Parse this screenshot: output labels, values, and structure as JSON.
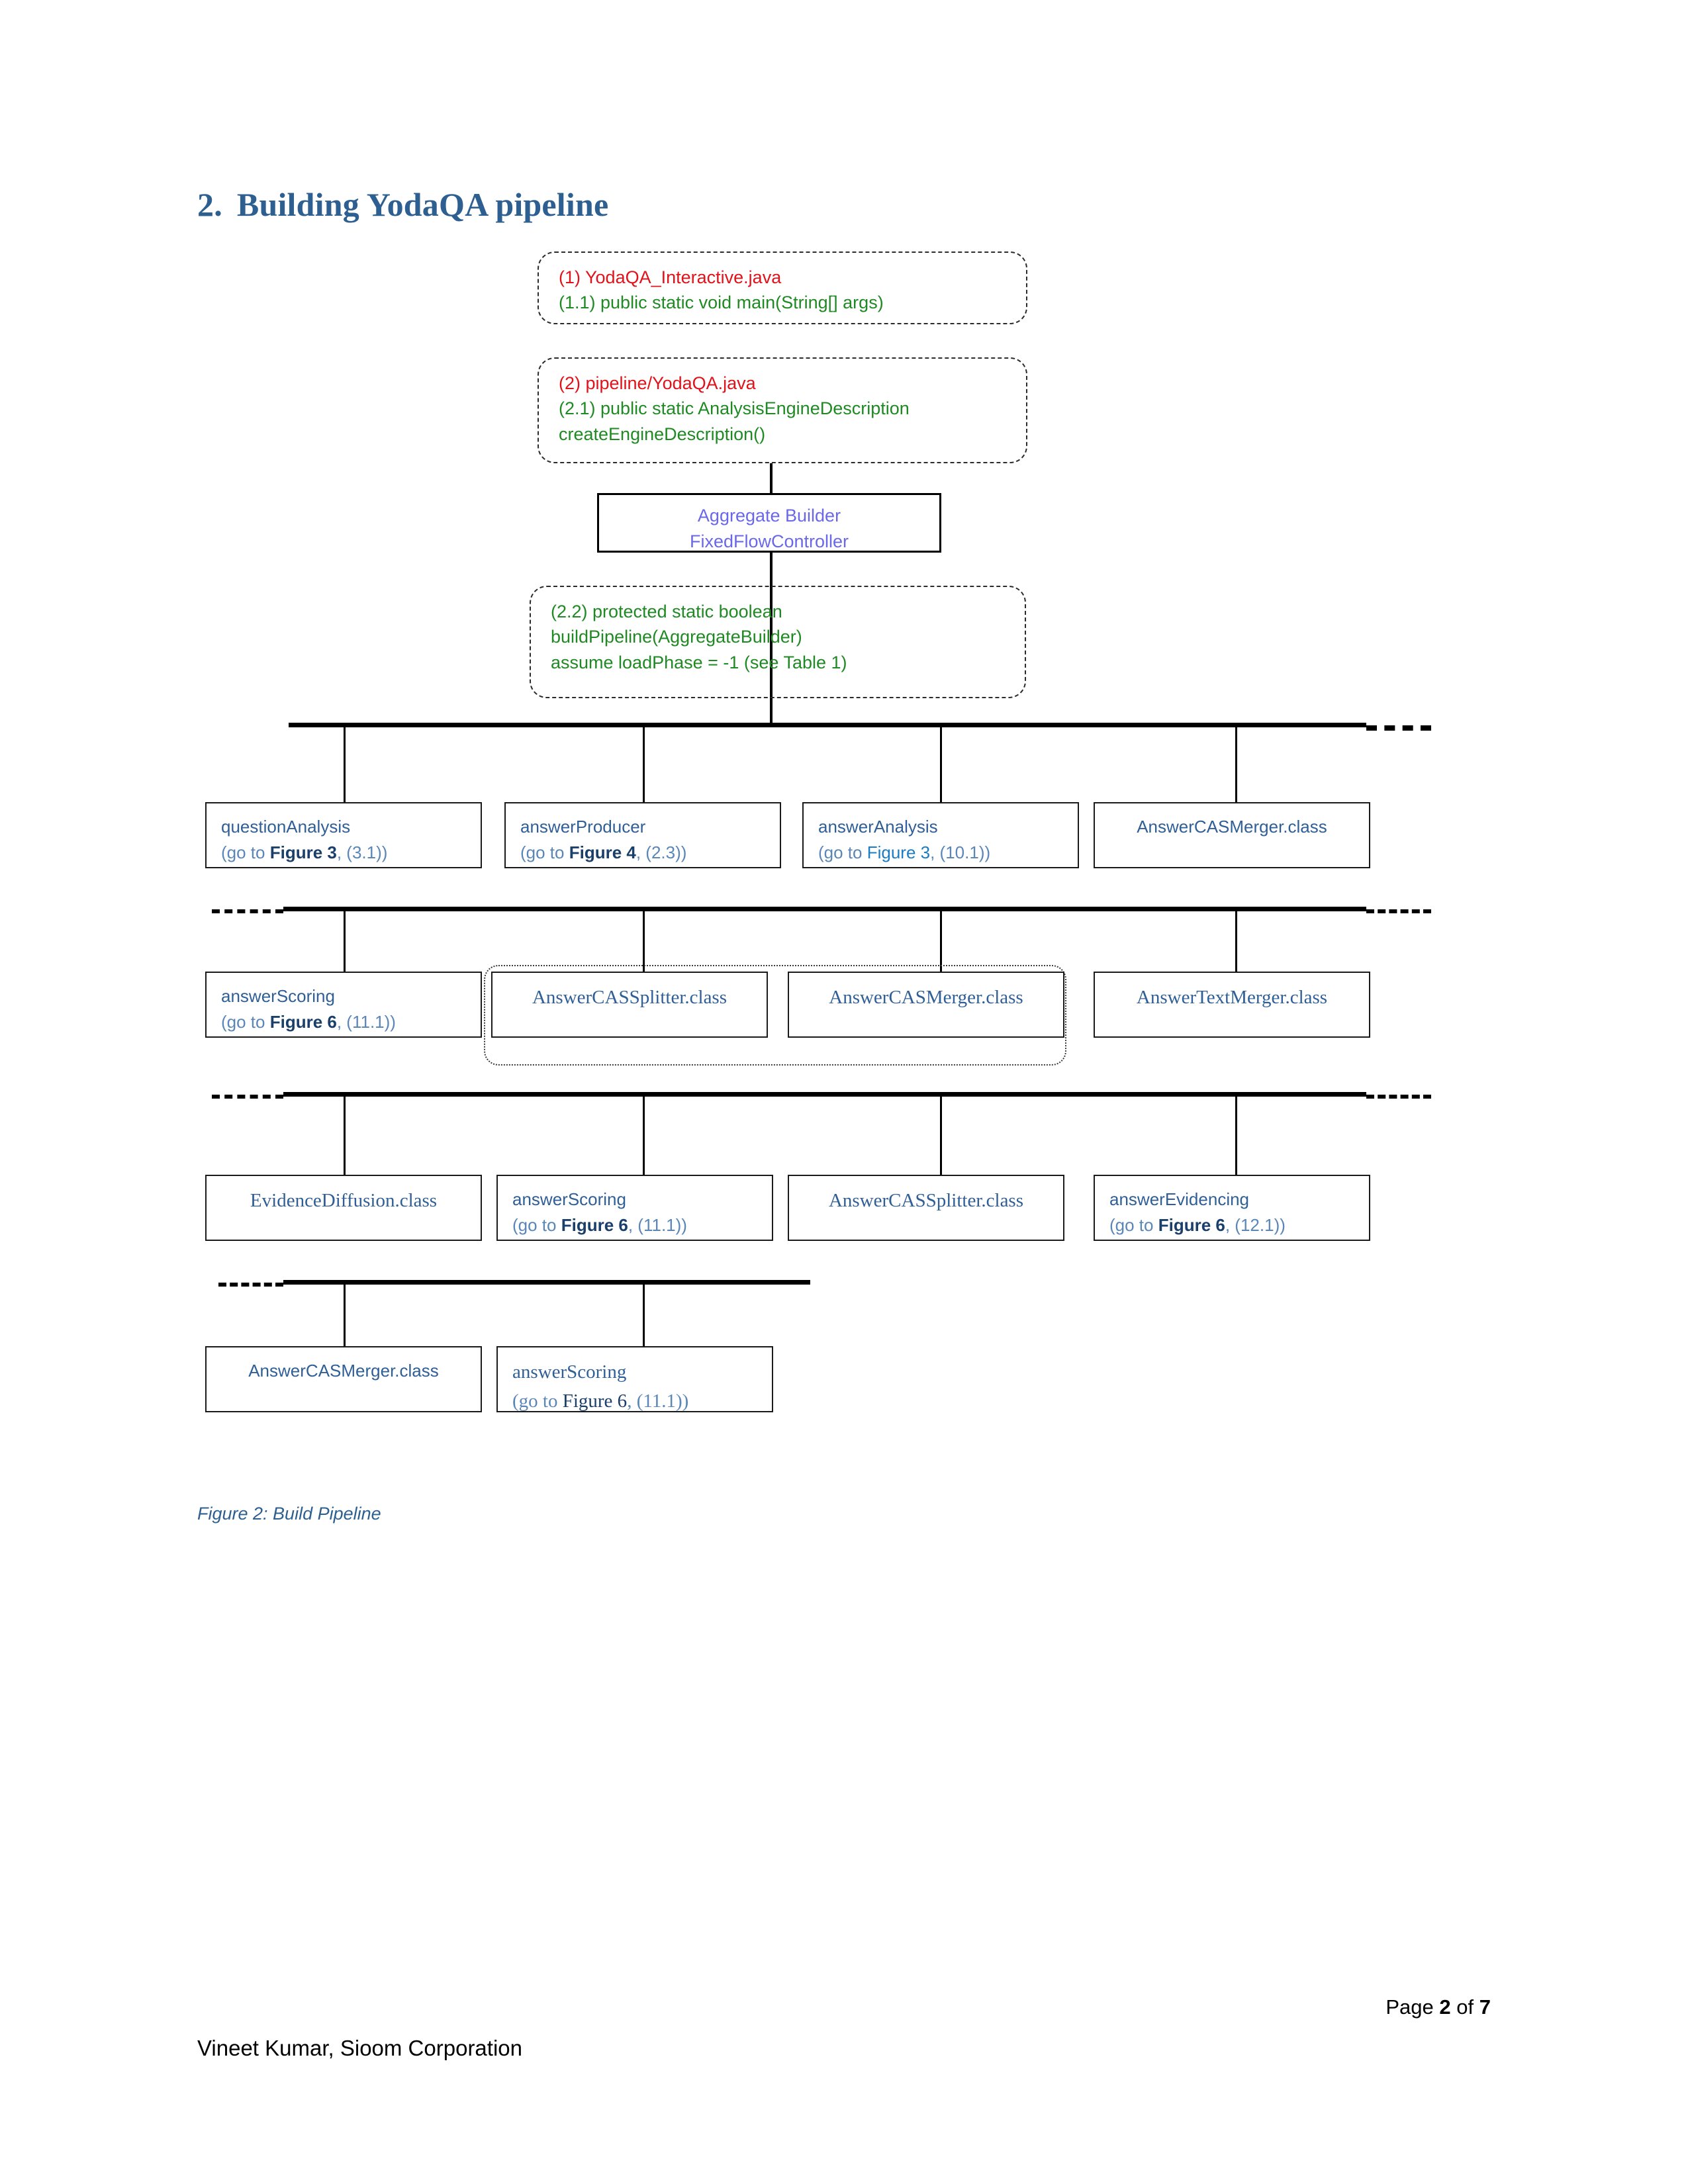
{
  "document": {
    "heading_number": "2.",
    "heading_text": "Building YodaQA pipeline",
    "figure_caption": "Figure 2: Build Pipeline",
    "footer": {
      "page_prefix": "Page",
      "page_current": "2",
      "page_of": "of",
      "page_total": "7",
      "author": "Vineet Kumar, Sioom Corporation"
    }
  },
  "colors": {
    "heading_blue": "#2e5f91",
    "callout_red": "#e0121a",
    "callout_green": "#1f8a23",
    "aggregate_purple": "#6a68e8",
    "node_blue": "#2f5f96",
    "figref_dark_blue": "#1b3f6b",
    "figref_bright_blue": "#1a7cc4",
    "connector_black": "#000000"
  },
  "callouts": [
    {
      "id": "callout-1",
      "lines": [
        {
          "text": "(1) YodaQA_Interactive.java",
          "color": "red"
        },
        {
          "text": "(1.1) public static void main(String[] args)",
          "color": "green"
        }
      ]
    },
    {
      "id": "callout-2",
      "lines": [
        {
          "text": "(2) pipeline/YodaQA.java",
          "color": "red"
        },
        {
          "text": "(2.1) public static AnalysisEngineDescription",
          "color": "green"
        },
        {
          "text": "createEngineDescription()",
          "color": "green"
        }
      ]
    },
    {
      "id": "callout-3",
      "lines": [
        {
          "text": " (2.2) protected static boolean",
          "color": "green"
        },
        {
          "text": "buildPipeline(AggregateBuilder)",
          "color": "green"
        },
        {
          "text": "assume loadPhase = -1 (see Table 1)",
          "color": "green"
        }
      ]
    }
  ],
  "aggregate_box": {
    "line1": "Aggregate Builder",
    "line2": "FixedFlowController"
  },
  "rows": [
    {
      "id": "row-1",
      "nodes": [
        {
          "name": "questionAnalysis",
          "ref_prefix": "(go to ",
          "ref_figure": "Figure 3",
          "ref_suffix": ", (3.1))",
          "font": "sans",
          "align": "left"
        },
        {
          "name": "answerProducer",
          "ref_prefix": "(go to ",
          "ref_figure": "Figure 4",
          "ref_suffix": ", (2.3))",
          "font": "sans",
          "align": "left"
        },
        {
          "name": "answerAnalysis",
          "ref_prefix": "(go to ",
          "ref_figure": "Figure 3",
          "ref_suffix": ", (10.1))",
          "font": "sans",
          "align": "left"
        },
        {
          "name": "AnswerCASMerger.class",
          "ref_prefix": "",
          "ref_figure": "",
          "ref_suffix": "",
          "font": "sans",
          "align": "center"
        }
      ]
    },
    {
      "id": "row-2",
      "nodes": [
        {
          "name": "answerScoring",
          "ref_prefix": "(go to ",
          "ref_figure": "Figure 6",
          "ref_suffix": ", (11.1))",
          "font": "sans",
          "align": "left"
        },
        {
          "name": "AnswerCASSplitter.class",
          "ref_prefix": "",
          "ref_figure": "",
          "ref_suffix": "",
          "font": "serif",
          "align": "center"
        },
        {
          "name": "AnswerCASMerger.class",
          "ref_prefix": "",
          "ref_figure": "",
          "ref_suffix": "",
          "font": "serif",
          "align": "center"
        },
        {
          "name": "AnswerTextMerger.class",
          "ref_prefix": "",
          "ref_figure": "",
          "ref_suffix": "",
          "font": "serif",
          "align": "center"
        }
      ]
    },
    {
      "id": "row-3",
      "nodes": [
        {
          "name": "EvidenceDiffusion.class",
          "ref_prefix": "",
          "ref_figure": "",
          "ref_suffix": "",
          "font": "serif",
          "align": "center"
        },
        {
          "name": "answerScoring",
          "ref_prefix": "(go to ",
          "ref_figure": "Figure 6",
          "ref_suffix": ", (11.1))",
          "font": "sans",
          "align": "left"
        },
        {
          "name": "AnswerCASSplitter.class",
          "ref_prefix": "",
          "ref_figure": "",
          "ref_suffix": "",
          "font": "serif",
          "align": "center"
        },
        {
          "name": "answerEvidencing",
          "ref_prefix": "(go to ",
          "ref_figure": "Figure 6",
          "ref_suffix": ", (12.1))",
          "font": "sans",
          "align": "left"
        }
      ]
    },
    {
      "id": "row-4",
      "nodes": [
        {
          "name": "AnswerCASMerger.class",
          "ref_prefix": "",
          "ref_figure": "",
          "ref_suffix": "",
          "font": "sans",
          "align": "center"
        },
        {
          "name": "answerScoring",
          "ref_prefix": "(go to ",
          "ref_figure": "Figure 6",
          "ref_suffix": ", (11.1))",
          "font": "serif",
          "align": "left"
        }
      ]
    }
  ]
}
